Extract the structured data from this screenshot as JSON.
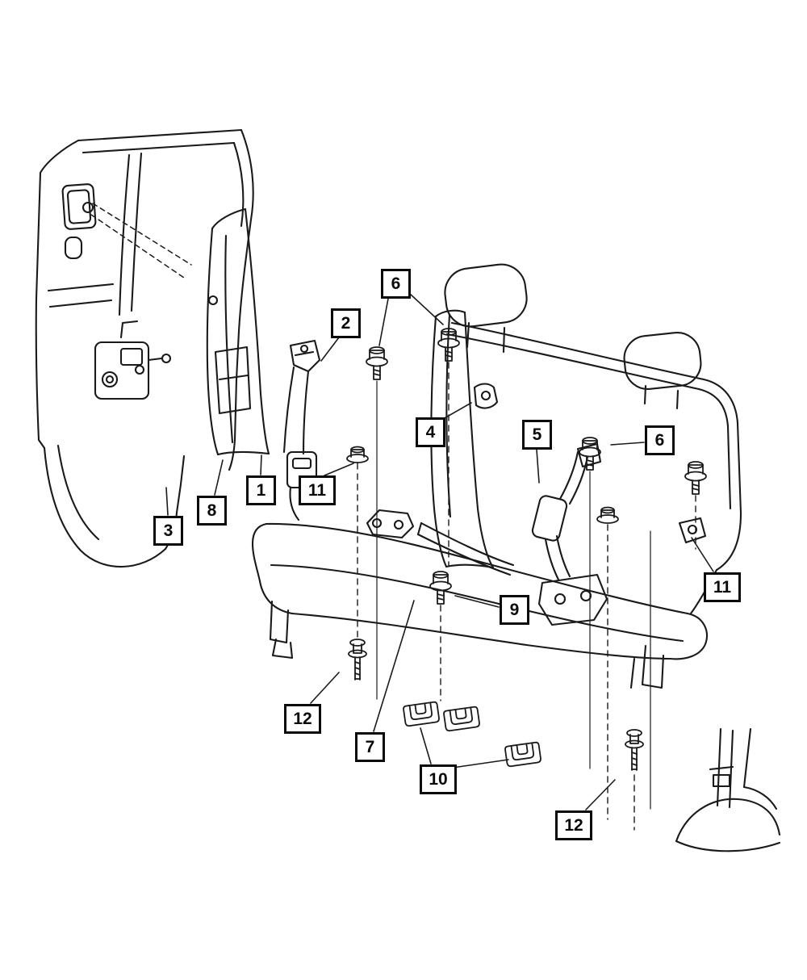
{
  "colors": {
    "line": "#1a1a1a",
    "callout_border": "#0a0a0a",
    "background": "#ffffff"
  },
  "callouts": [
    {
      "label": "6"
    },
    {
      "label": "2"
    },
    {
      "label": "4"
    },
    {
      "label": "5"
    },
    {
      "label": "6"
    },
    {
      "label": "1"
    },
    {
      "label": "11"
    },
    {
      "label": "8"
    },
    {
      "label": "3"
    },
    {
      "label": "9"
    },
    {
      "label": "11"
    },
    {
      "label": "12"
    },
    {
      "label": "7"
    },
    {
      "label": "10"
    },
    {
      "label": "12"
    }
  ]
}
